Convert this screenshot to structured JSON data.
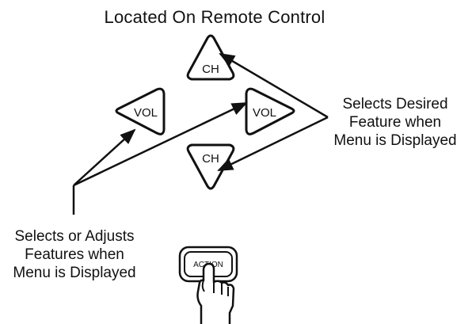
{
  "title": "Located On Remote Control",
  "buttons": {
    "ch_up": "CH",
    "vol_left": "VOL",
    "vol_right": "VOL",
    "ch_down": "CH",
    "action": "ACTION"
  },
  "callouts": {
    "right": [
      "Selects Desired",
      "Feature when",
      "Menu is Displayed"
    ],
    "left": [
      "Selects or Adjusts",
      "Features when",
      "Menu is Displayed"
    ]
  }
}
